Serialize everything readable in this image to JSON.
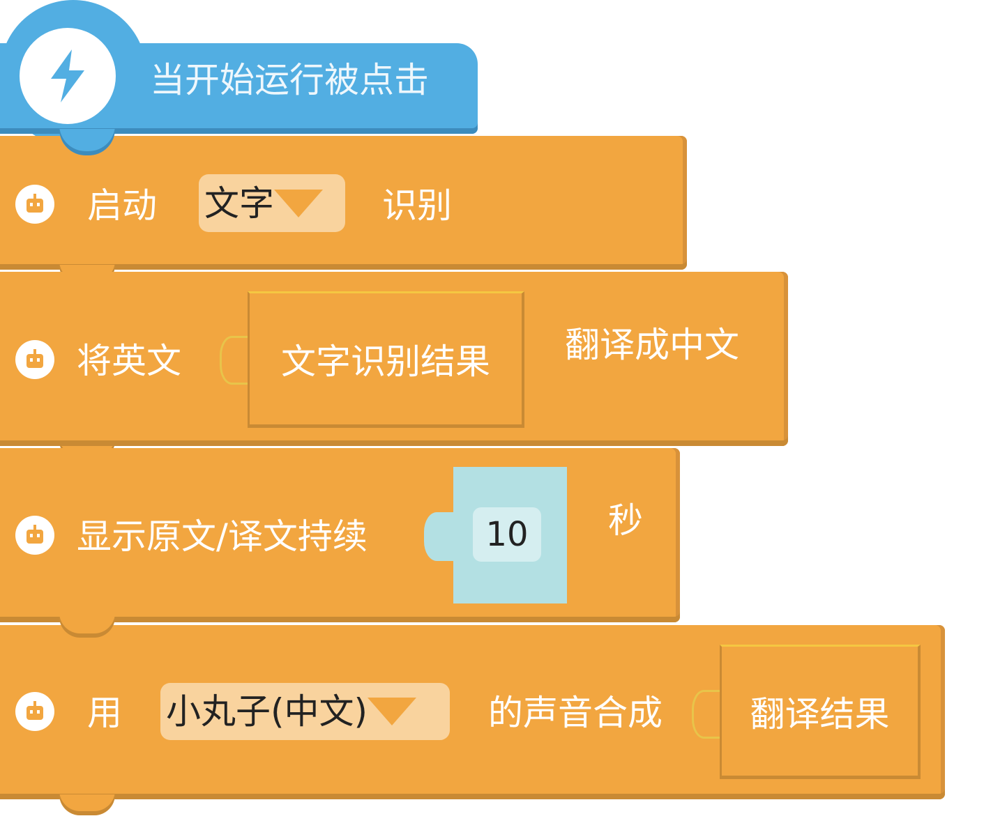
{
  "hat_block": {
    "label": "当开始运行被点击",
    "icon": "lightning-icon"
  },
  "blocks": [
    {
      "prefix": "启动",
      "dropdown": "文字",
      "suffix": "识别"
    },
    {
      "prefix": "将英文",
      "reporter": "文字识别结果",
      "suffix": "翻译成中文"
    },
    {
      "prefix": "显示原文/译文持续",
      "value": "10",
      "suffix": "秒"
    },
    {
      "prefix": "用",
      "dropdown": "小丸子(中文)",
      "middle": "的声音合成",
      "reporter": "翻译结果"
    }
  ],
  "colors": {
    "event": "#52aee2",
    "action": "#f2a640",
    "number": "#b3e0e3"
  }
}
